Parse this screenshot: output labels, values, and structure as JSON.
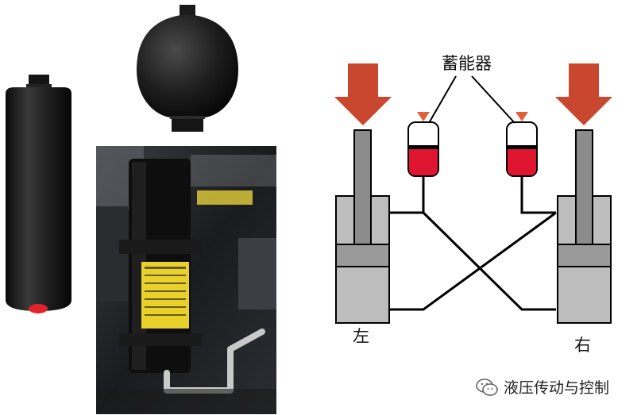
{
  "labels": {
    "accumulator": "蓄能器",
    "left": "左",
    "right": "右"
  },
  "watermark": {
    "text": "液压传动与控制",
    "icon": "wechat-icon"
  },
  "colors": {
    "force_arrow": "#c8472e",
    "accumulator_fluid": "#e01530",
    "accumulator_valve": "#e0603a",
    "cylinder_body": "#bdbdbd",
    "piston": "#9a9a9a",
    "rod": "#8c8c8c",
    "pipe": "#000000",
    "component_black": "#1c1c1c",
    "warning_label": "#e8d12a"
  }
}
